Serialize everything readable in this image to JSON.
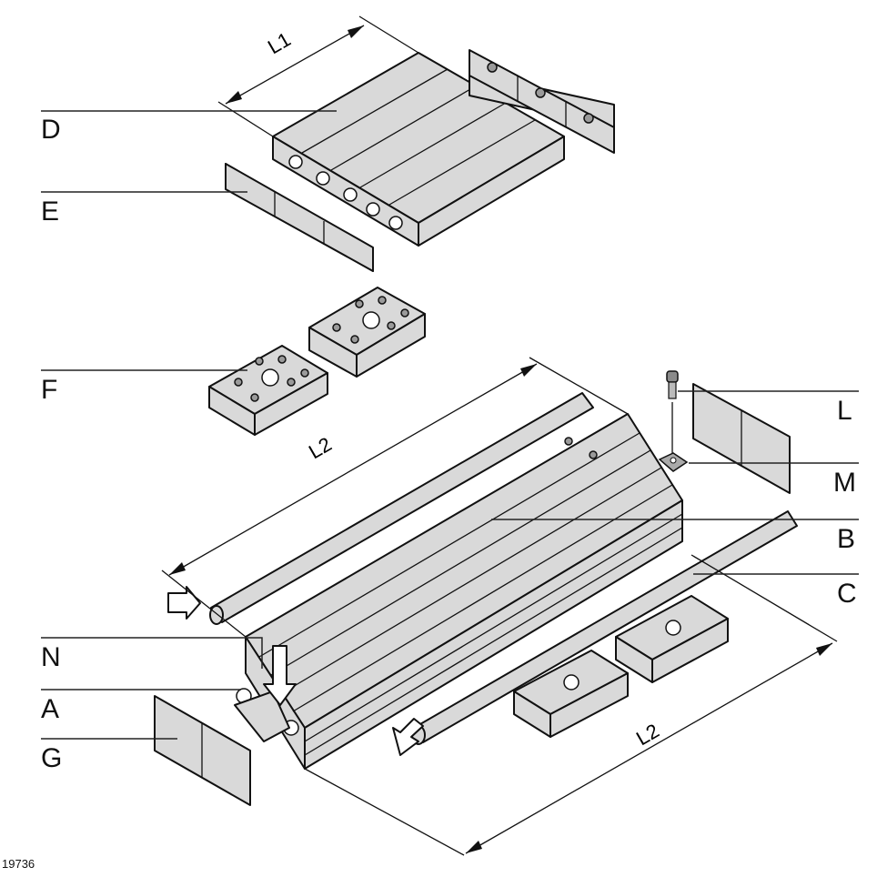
{
  "diagram": {
    "title": "Exploded assembly view of aluminium profile module",
    "figure_number": "19736",
    "callouts": [
      {
        "key": "D",
        "label": "D"
      },
      {
        "key": "E",
        "label": "E"
      },
      {
        "key": "F",
        "label": "F"
      },
      {
        "key": "N",
        "label": "N"
      },
      {
        "key": "A",
        "label": "A"
      },
      {
        "key": "G",
        "label": "G"
      },
      {
        "key": "L",
        "label": "L"
      },
      {
        "key": "M",
        "label": "M"
      },
      {
        "key": "B",
        "label": "B"
      },
      {
        "key": "C",
        "label": "C"
      }
    ],
    "dimensions": {
      "top_width": "L1",
      "main_length": "L2",
      "rail_length": "L2"
    }
  }
}
